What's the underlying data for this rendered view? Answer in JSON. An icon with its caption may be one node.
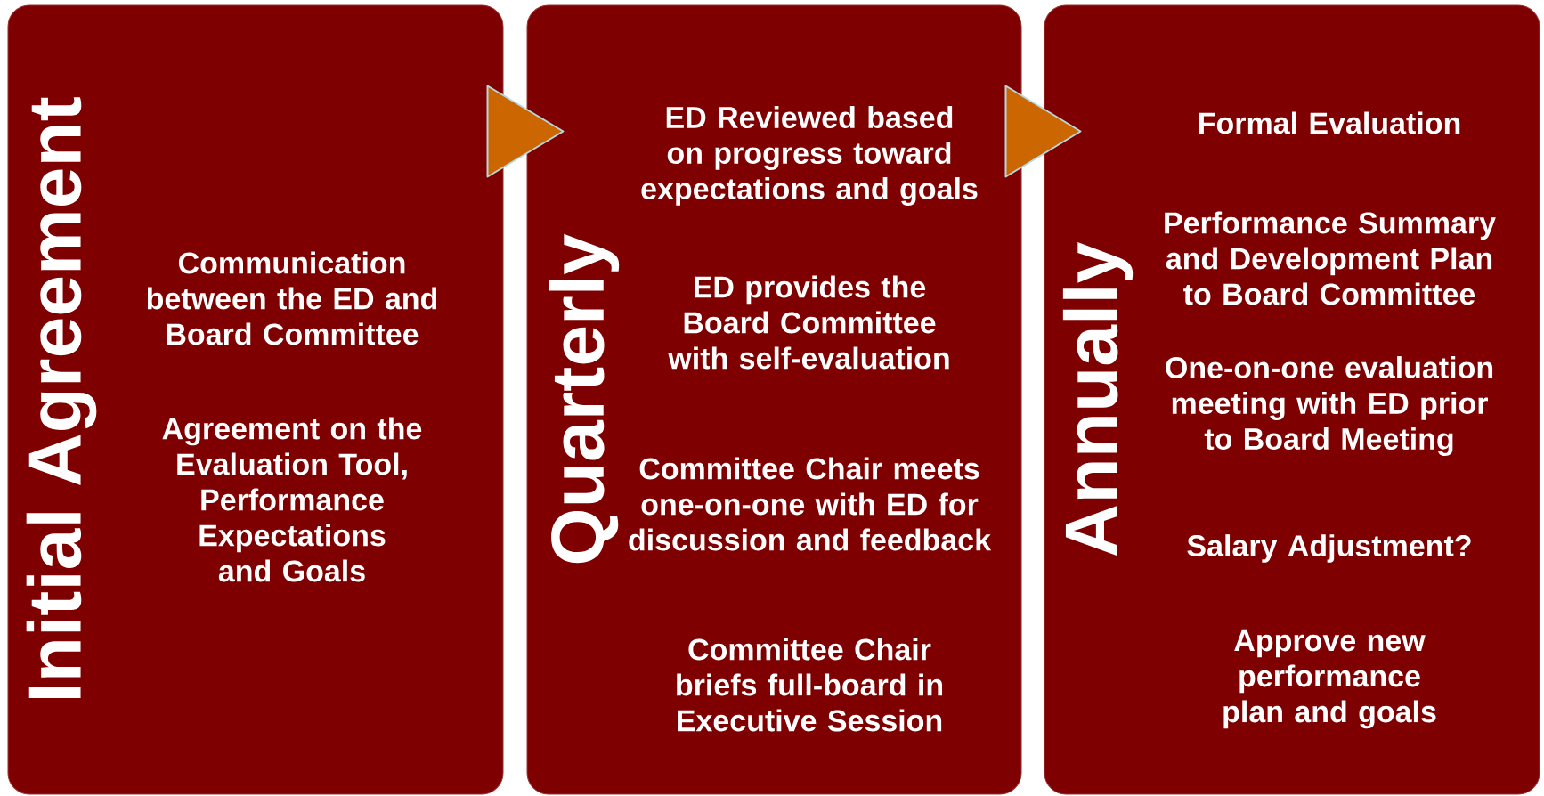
{
  "diagram": {
    "nodes": [
      {
        "text": [
          "Initial Agreement",
          "Communication between the ED and Board Committee",
          "Agreement on the Evaluation Tool, Performance Expectations and Goals"
        ]
      },
      {
        "text": [
          "Quarterly",
          "ED Reviewed based on progress toward expectations and goals",
          "ED provides the Board Committee with self-evaluation",
          "Committee Chair meets one-on-one with ED for discussion and feedback",
          "Committee Chair briefs full-board in Executive Session"
        ]
      },
      {
        "text": [
          "Annually",
          "Formal Evaluation",
          "Performance Summary and Development Plan to Board Committee",
          "One-on-one evaluation meeting with ED prior to Board Meeting",
          "Salary Adjustment?",
          "Approve new performance plan and goals"
        ]
      }
    ],
    "edges": [
      {
        "from": 0,
        "to": 1,
        "arrow": "to"
      },
      {
        "from": 1,
        "to": 2,
        "arrow": "to"
      }
    ]
  }
}
